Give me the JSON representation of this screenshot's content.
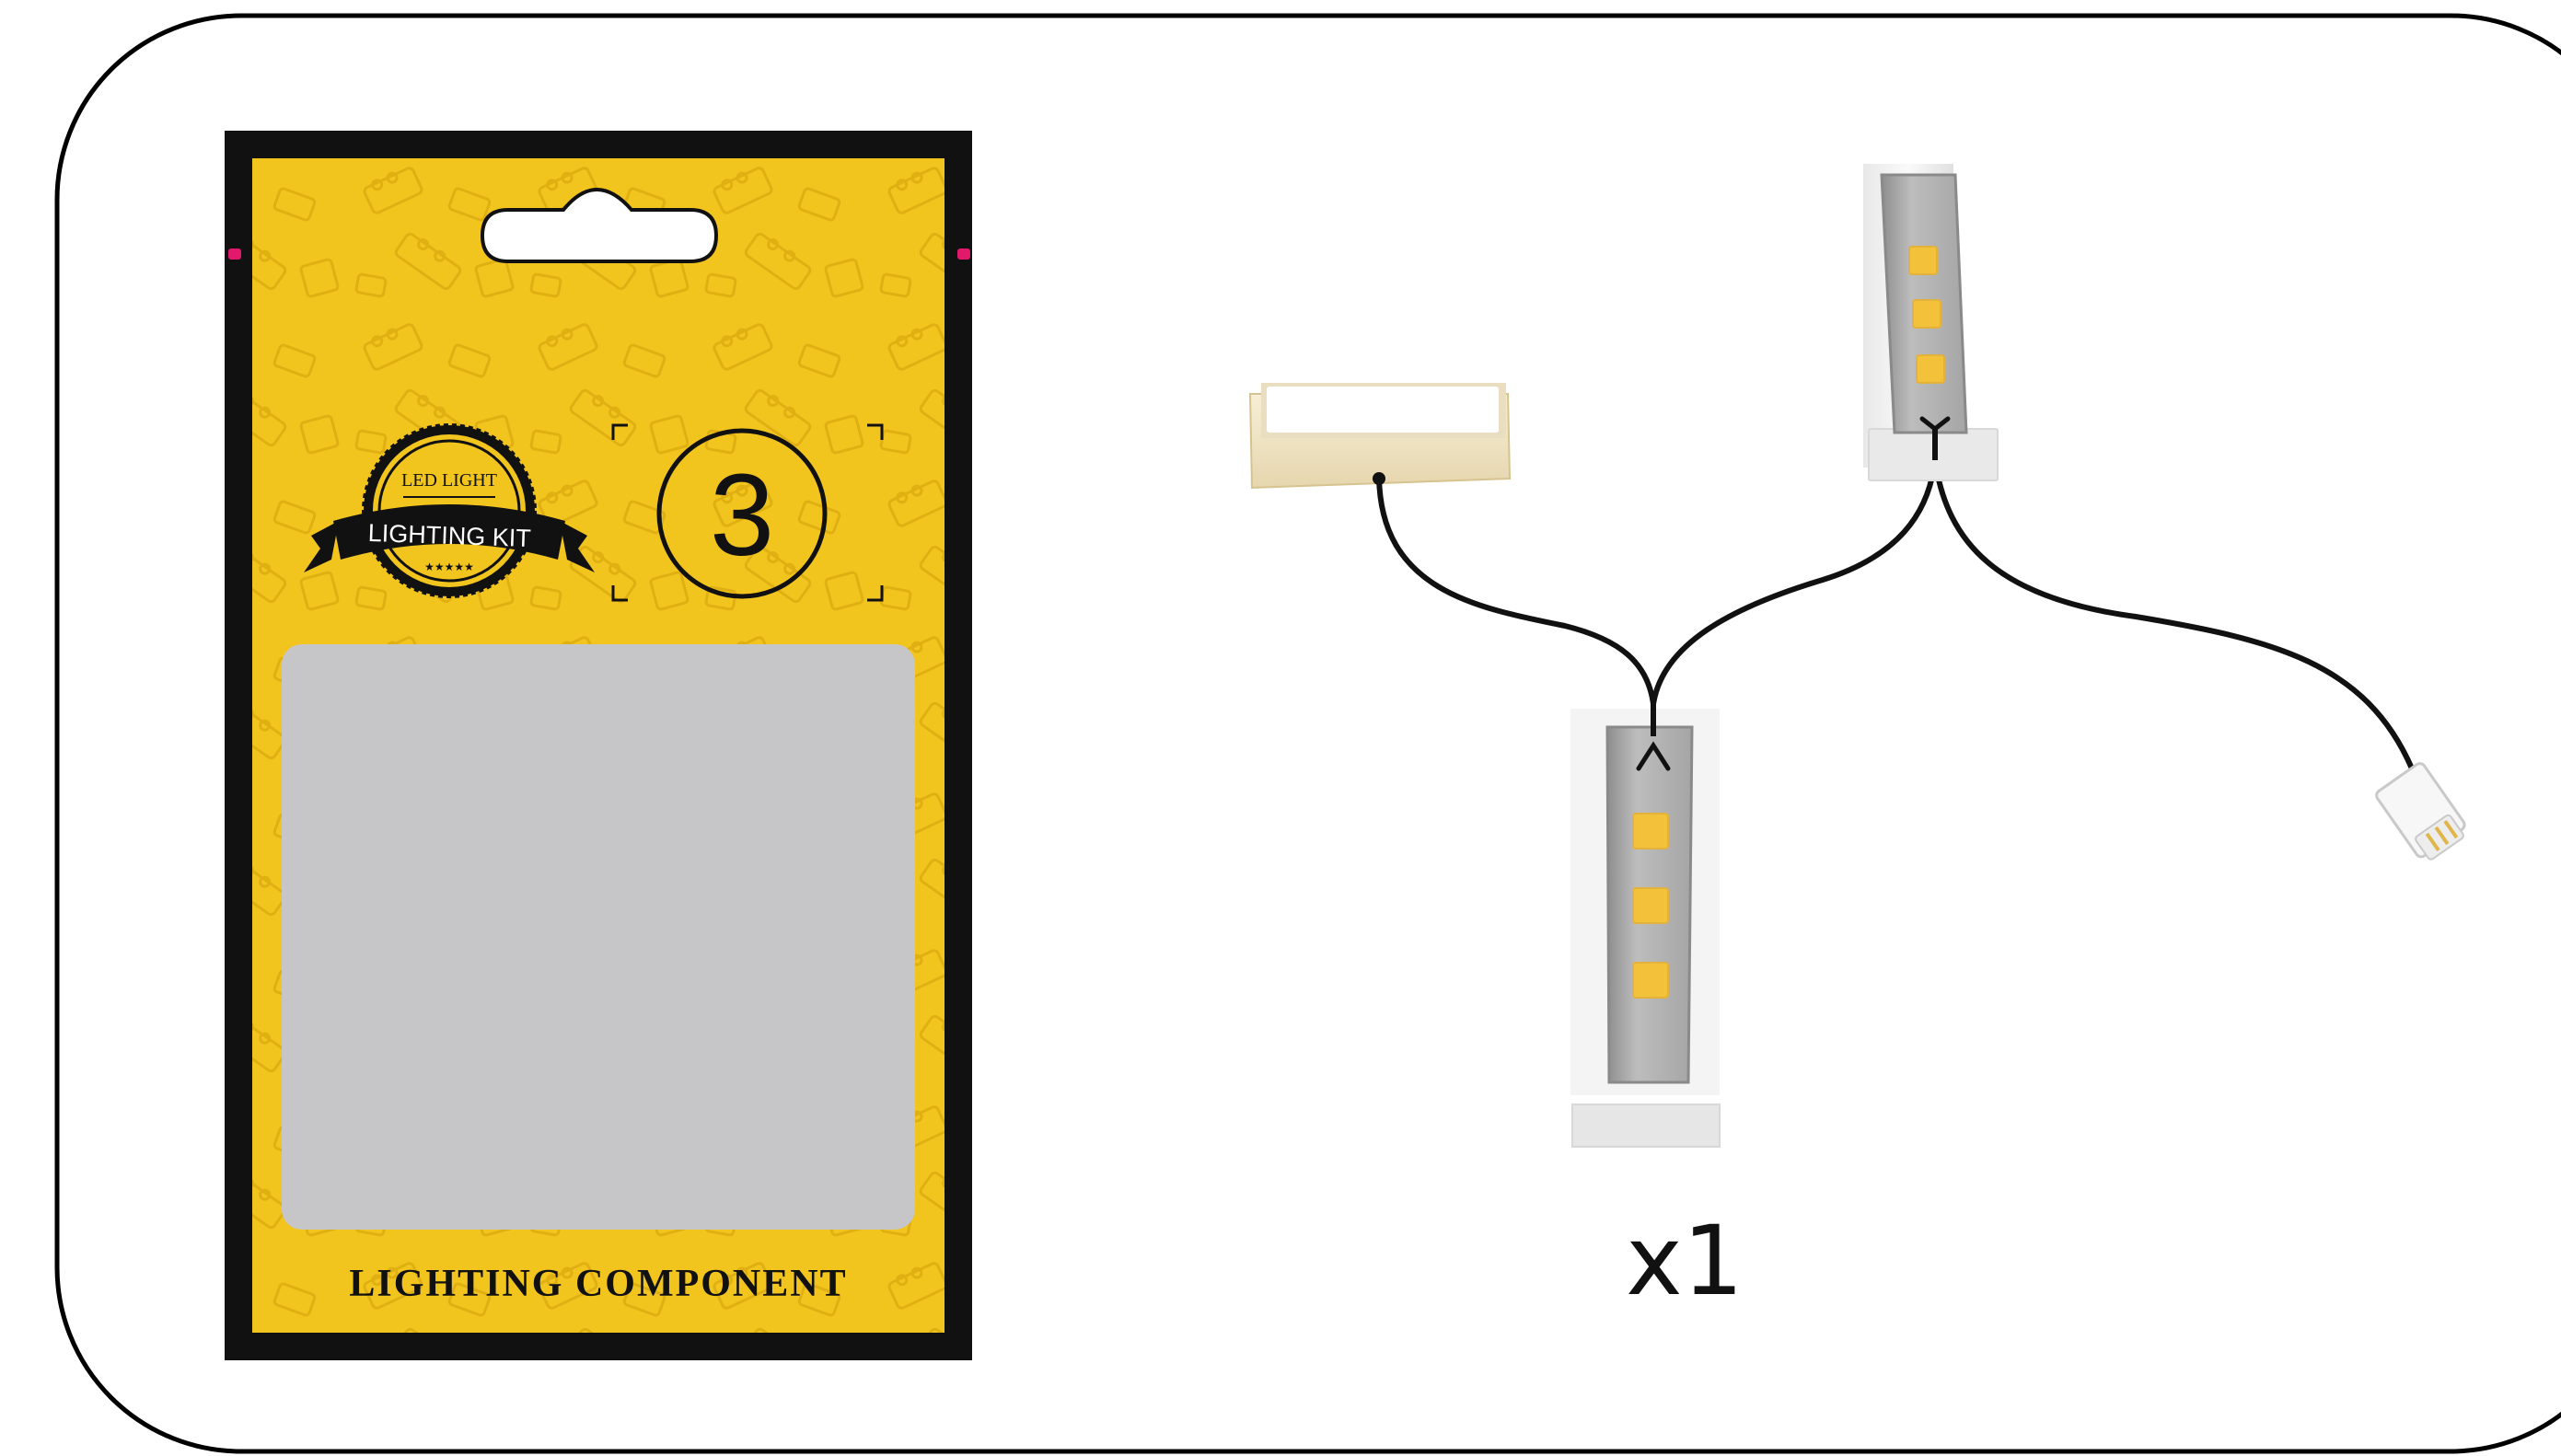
{
  "package": {
    "seal_top_text": "LED LIGHT",
    "seal_ribbon_text": "LIGHTING KIT",
    "seal_stars": "★★★★★",
    "step_number": "3",
    "footer_label": "LIGHTING COMPONENT",
    "colors": {
      "card_yellow": "#F2C41E",
      "card_border": "#111111",
      "window_gray": "#C6C6C8",
      "marker_pink": "#E0196A"
    }
  },
  "parts": {
    "items": [
      "light-box",
      "led-strip-top",
      "led-strip-bottom",
      "connector-plug"
    ],
    "quantity_label": "x1",
    "colors": {
      "led_yellow": "#F4C23A",
      "strip_body": "#F2F2F2",
      "strip_channel": "#B9B9B9",
      "light_box": "#F0E4C2",
      "wire": "#111111"
    }
  }
}
